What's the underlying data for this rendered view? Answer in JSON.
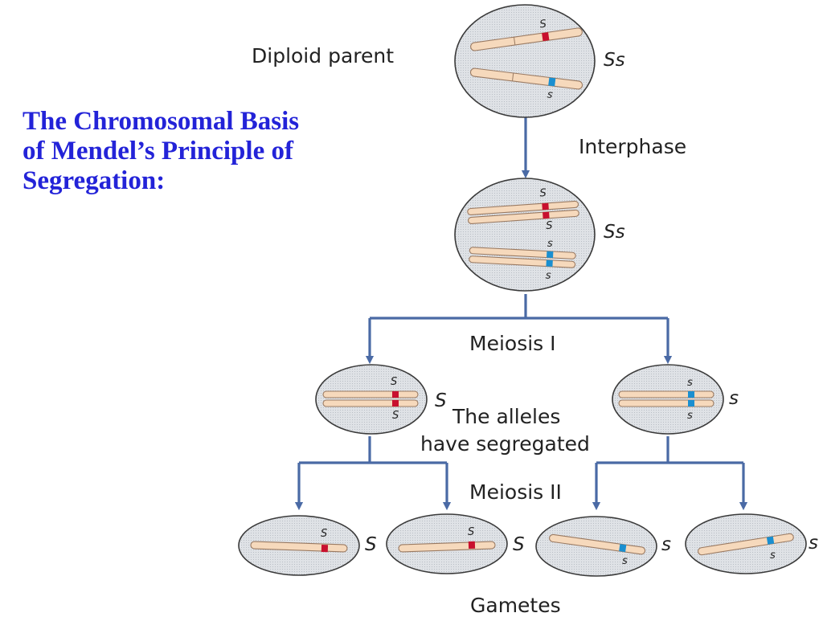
{
  "title_lines": [
    "The Chromosomal Basis",
    "of Mendel’s Principle of",
    "Segregation:"
  ],
  "labels": {
    "diploid_parent": "Diploid parent",
    "interphase": "Interphase",
    "meiosis_1": "Meiosis I",
    "alleles_line1": "The alleles",
    "alleles_line2": "have segregated",
    "meiosis_2": "Meiosis II",
    "gametes": "Gametes"
  },
  "genotypes": {
    "parent": "Ss",
    "interphase": "Ss",
    "meiosis1_left": "S",
    "meiosis1_right": "s",
    "gamete_1": "S",
    "gamete_2": "S",
    "gamete_3": "s",
    "gamete_4": "s"
  },
  "alleles": {
    "dominant": "S",
    "recessive": "s"
  },
  "colors": {
    "title": "#2323d8",
    "arrow": "#4a6aa5",
    "dominant_band": "#c8102e",
    "recessive_band": "#1a8fd0",
    "chromosome": "#f6d9bc"
  }
}
